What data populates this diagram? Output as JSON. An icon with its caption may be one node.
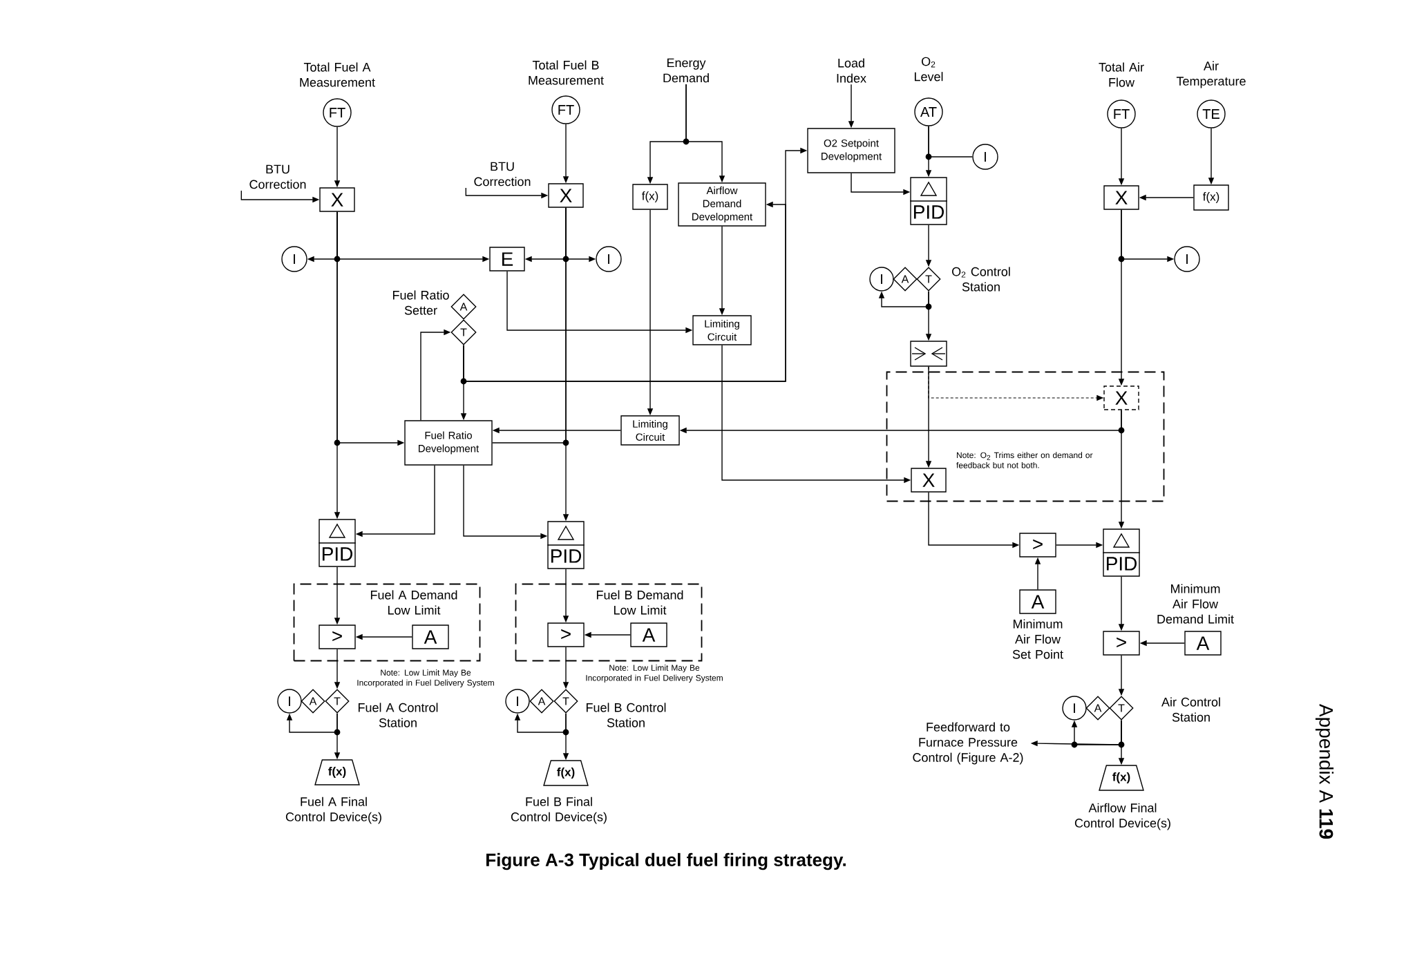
{
  "diagram": {
    "caption": "Figure A-3 Typical duel fuel firing strategy.",
    "nodes": [
      {
        "text": [
          "FT"
        ],
        "beside": [
          "Total Fuel A Measurement"
        ]
      },
      {
        "text": [
          "FT"
        ],
        "beside": [
          "Total Fuel B Measurement"
        ]
      },
      {
        "text": [
          "Energy Demand"
        ]
      },
      {
        "text": [
          "Load Index"
        ]
      },
      {
        "text": [
          "AT"
        ],
        "beside": [
          "O$_{2}$ Level"
        ]
      },
      {
        "text": [
          "FT"
        ],
        "beside": [
          "Total Air Flow"
        ]
      },
      {
        "text": [
          "TE"
        ],
        "beside": [
          "Air Temperature"
        ]
      },
      {
        "text": [
          "O2 Setpoint Development"
        ]
      },
      {
        "text": [
          "I"
        ]
      },
      {
        "text": [
          "BTU Correction"
        ]
      },
      {
        "text": [
          "X"
        ]
      },
      {
        "text": [
          "BTU Correction"
        ]
      },
      {
        "text": [
          "X"
        ]
      },
      {
        "text": [
          "f(x)"
        ]
      },
      {
        "text": [
          "Airflow Demand Development"
        ]
      },
      {
        "text": [
          "PID"
        ]
      },
      {
        "text": [
          "X"
        ]
      },
      {
        "text": [
          "f(x)"
        ]
      },
      {
        "text": [
          "I"
        ]
      },
      {
        "text": [
          "E"
        ]
      },
      {
        "text": [
          "I"
        ]
      },
      {
        "text": [
          "I"
        ]
      },
      {
        "text": [
          "I"
        ]
      },
      {
        "text": [
          "A"
        ]
      },
      {
        "text": [
          "T"
        ],
        "beside": [
          "O$_{2}$ Control Station"
        ]
      },
      {
        "text": [
          "A"
        ],
        "beside": [
          "Fuel Ratio Setter"
        ]
      },
      {
        "text": [
          "T"
        ]
      },
      {
        "text": [
          "Limiting Circuit"
        ]
      },
      {
        "text": [],
        "shape": "box"
      },
      {
        "text": [
          "Note: O$_{2}$ Trims either on demand or feedback but not both."
        ]
      },
      {
        "text": [
          "X"
        ],
        "in": 29
      },
      {
        "text": [
          "Fuel Ratio Development"
        ]
      },
      {
        "text": [
          "Limiting Circuit"
        ]
      },
      {
        "text": [
          "X"
        ],
        "in": 29
      },
      {
        "text": [
          "PID"
        ]
      },
      {
        "text": [
          "PID"
        ]
      },
      {
        "text": [
          ">"
        ]
      },
      {
        "text": [
          "PID"
        ]
      },
      {
        "text": [
          "A"
        ],
        "beside": [
          "Minimum Air Flow Set Point"
        ]
      },
      {
        "text": [
          "Fuel A Demand Low Limit"
        ]
      },
      {
        "text": [
          ">"
        ],
        "in": 39
      },
      {
        "text": [
          "A"
        ],
        "in": 39
      },
      {
        "text": [
          "Fuel B Demand Low Limit"
        ]
      },
      {
        "text": [
          ">"
        ],
        "in": 42
      },
      {
        "text": [
          "A"
        ],
        "in": 42
      },
      {
        "text": [
          ">"
        ]
      },
      {
        "text": [
          "A"
        ],
        "beside": [
          "Minimum Air Flow Demand Limit"
        ]
      },
      {
        "text": [
          "I"
        ]
      },
      {
        "text": [
          "A"
        ]
      },
      {
        "text": [
          "T"
        ],
        "beside": [
          "Fuel A Control Station"
        ]
      },
      {
        "text": [
          "I"
        ]
      },
      {
        "text": [
          "A"
        ]
      },
      {
        "text": [
          "T"
        ],
        "beside": [
          "Fuel B Control Station"
        ]
      },
      {
        "text": [
          "I"
        ]
      },
      {
        "text": [
          "A"
        ]
      },
      {
        "text": [
          "T"
        ],
        "beside": [
          "Air Control Station"
        ]
      },
      {
        "text": [
          "Feedforward to Furnace Pressure Control (Figure A-2)"
        ]
      },
      {
        "text": [
          "f(x)"
        ],
        "beside": [
          "Fuel A Final Control Device(s)"
        ]
      },
      {
        "text": [
          "f(x)"
        ],
        "beside": [
          "Fuel B Final Control Device(s)"
        ]
      },
      {
        "text": [
          "f(x)"
        ],
        "beside": [
          "Airflow Final Control Device(s)"
        ]
      }
    ],
    "edges": [
      {
        "from": 0,
        "to": 10,
        "arrow": "to"
      },
      {
        "from": 9,
        "to": 10,
        "arrow": "to"
      },
      {
        "from": 10,
        "to": 18,
        "arrow": "to"
      },
      {
        "from": 10,
        "to": 19,
        "arrow": "to"
      },
      {
        "from": 10,
        "to": 34,
        "arrow": "to"
      },
      {
        "from": 10,
        "to": 31,
        "arrow": "to"
      },
      {
        "from": 1,
        "to": 12,
        "arrow": "to"
      },
      {
        "from": 11,
        "to": 12,
        "arrow": "to"
      },
      {
        "from": 12,
        "to": 19,
        "arrow": "to"
      },
      {
        "from": 12,
        "to": 20,
        "arrow": "to"
      },
      {
        "from": 12,
        "to": 35,
        "arrow": "to"
      },
      {
        "from": 12,
        "to": 31,
        "arrow": "none"
      },
      {
        "from": 19,
        "to": 27,
        "arrow": "to"
      },
      {
        "from": 2,
        "to": 13,
        "arrow": "to"
      },
      {
        "from": 2,
        "to": 14,
        "arrow": "to"
      },
      {
        "from": 14,
        "to": 27,
        "arrow": "to"
      },
      {
        "from": 13,
        "to": 32,
        "arrow": "to"
      },
      {
        "from": 27,
        "to": 33,
        "arrow": "to"
      },
      {
        "from": 26,
        "to": 31,
        "arrow": "to"
      },
      {
        "from": 26,
        "to": 7,
        "arrow": "to"
      },
      {
        "from": 26,
        "to": 14,
        "arrow": "to"
      },
      {
        "from": 31,
        "to": 26,
        "arrow": "to"
      },
      {
        "from": 32,
        "to": 31,
        "arrow": "to"
      },
      {
        "from": 30,
        "to": 32,
        "arrow": "to"
      },
      {
        "from": 31,
        "to": 34,
        "arrow": "to"
      },
      {
        "from": 31,
        "to": 35,
        "arrow": "to"
      },
      {
        "from": 3,
        "to": 7,
        "arrow": "to"
      },
      {
        "from": 7,
        "to": 15,
        "arrow": "to"
      },
      {
        "from": 4,
        "to": 15,
        "arrow": "to"
      },
      {
        "from": 4,
        "to": 8,
        "arrow": "none"
      },
      {
        "from": 15,
        "to": 24,
        "arrow": "to"
      },
      {
        "from": 24,
        "to": 22,
        "arrow": "to"
      },
      {
        "from": 24,
        "to": 28,
        "arrow": "to"
      },
      {
        "from": 28,
        "to": 33,
        "arrow": "to"
      },
      {
        "from": 28,
        "to": 30,
        "arrow": "to",
        "style": "dashed"
      },
      {
        "from": 5,
        "to": 16,
        "arrow": "to"
      },
      {
        "from": 6,
        "to": 17,
        "arrow": "to"
      },
      {
        "from": 17,
        "to": 16,
        "arrow": "to"
      },
      {
        "from": 16,
        "to": 21,
        "arrow": "to"
      },
      {
        "from": 16,
        "to": 30,
        "arrow": "to"
      },
      {
        "from": 30,
        "to": 37,
        "arrow": "to"
      },
      {
        "from": 33,
        "to": 36,
        "arrow": "to"
      },
      {
        "from": 38,
        "to": 36,
        "arrow": "to"
      },
      {
        "from": 36,
        "to": 37,
        "arrow": "to"
      },
      {
        "from": 37,
        "to": 45,
        "arrow": "to"
      },
      {
        "from": 46,
        "to": 45,
        "arrow": "to"
      },
      {
        "from": 45,
        "to": 55,
        "arrow": "to"
      },
      {
        "from": 55,
        "to": 53,
        "arrow": "to"
      },
      {
        "from": 55,
        "to": 56,
        "arrow": "to"
      },
      {
        "from": 55,
        "to": 59,
        "arrow": "to"
      },
      {
        "from": 34,
        "to": 40,
        "arrow": "to"
      },
      {
        "from": 41,
        "to": 40,
        "arrow": "to"
      },
      {
        "from": 40,
        "to": 49,
        "arrow": "to"
      },
      {
        "from": 49,
        "to": 47,
        "arrow": "to"
      },
      {
        "from": 49,
        "to": 57,
        "arrow": "to"
      },
      {
        "from": 35,
        "to": 43,
        "arrow": "to"
      },
      {
        "from": 44,
        "to": 43,
        "arrow": "to"
      },
      {
        "from": 43,
        "to": 52,
        "arrow": "to"
      },
      {
        "from": 52,
        "to": 50,
        "arrow": "to"
      },
      {
        "from": 52,
        "to": 58,
        "arrow": "to"
      }
    ],
    "labels": [
      "Note: Low Limit May Be Incorporated in Fuel Delivery System",
      "Note: Low Limit May Be Incorporated in Fuel Delivery System",
      "Appendix A **119**"
    ]
  }
}
